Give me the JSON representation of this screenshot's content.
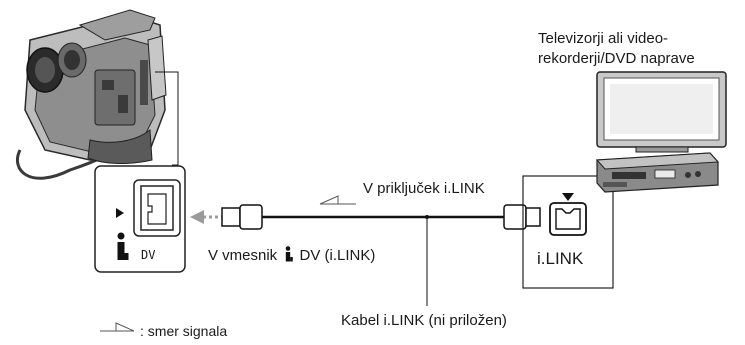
{
  "tv_label_line1": "Televizorji ali video-",
  "tv_label_line2": "rekorderji/DVD naprave",
  "ilink_jack_label": "V priključek i.LINK",
  "ilink_port_label": "i.LINK",
  "dv_port_label": "DV",
  "dv_interface_label": "V vmesnik",
  "dv_interface_suffix": "DV (i.LINK)",
  "cable_label": "Kabel i.LINK (ni priložen)",
  "legend_text": ": smer signala",
  "colors": {
    "line": "#1a1a1a",
    "gray": "#9a9a9a",
    "device": "#3a3a3a",
    "panel_border": "#222222"
  }
}
